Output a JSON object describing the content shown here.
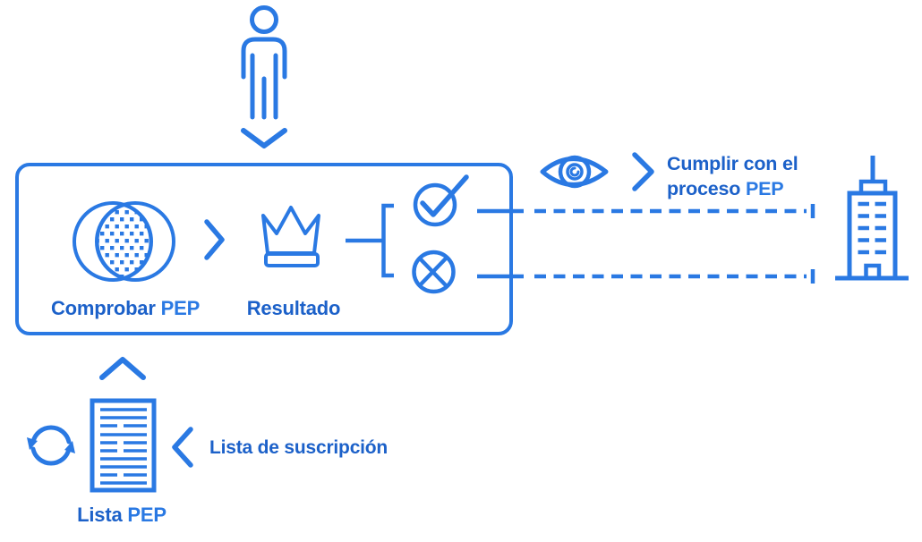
{
  "colors": {
    "bright": "#2a79e3",
    "dark": "#1c61c9",
    "background": "#ffffff"
  },
  "labels": {
    "check_step": {
      "word": "Comprobar",
      "highlight": "PEP"
    },
    "result_step": {
      "word": "Resultado"
    },
    "compliance": {
      "line1": "Cumplir con el",
      "line2_word": "proceso",
      "line2_highlight": "PEP"
    },
    "pep_list": {
      "word": "Lista",
      "highlight": "PEP"
    },
    "subscription": {
      "word": "Lista de suscripción"
    }
  },
  "icons": {
    "person": "person-icon",
    "chevron_down": "chevron-down-icon",
    "venn_overlap": "venn-overlap-icon",
    "chevron_right_step": "chevron-right-icon",
    "crown": "crown-icon",
    "check_circle": "check-circle-icon",
    "cross_circle": "cross-circle-icon",
    "eye": "eye-icon",
    "chevron_right_eye": "chevron-right-icon",
    "building": "building-icon",
    "chevron_up": "chevron-up-icon",
    "document": "document-icon",
    "sync": "sync-icon",
    "chevron_left": "chevron-left-icon"
  }
}
